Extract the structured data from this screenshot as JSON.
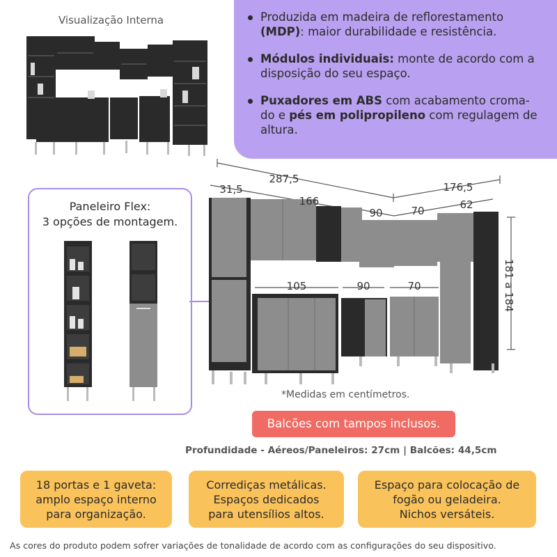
{
  "preview": {
    "title": "Visualização Interna"
  },
  "features": [
    {
      "parts": [
        {
          "t": "Produzida em madeira de reflorestamento ",
          "b": false
        },
        {
          "t": "(MDP)",
          "b": true
        },
        {
          "t": ": maior durabilidade e resistência.",
          "b": false
        }
      ]
    },
    {
      "parts": [
        {
          "t": "Módulos individuais:",
          "b": true
        },
        {
          "t": " monte de acordo com a disposição do seu espaço.",
          "b": false
        }
      ]
    },
    {
      "parts": [
        {
          "t": "Puxadores em ABS",
          "b": true
        },
        {
          "t": " com acabamento croma-do e ",
          "b": false
        },
        {
          "t": "pés em polipropileno",
          "b": true
        },
        {
          "t": " com regulagem de altura.",
          "b": false
        }
      ]
    }
  ],
  "flex": {
    "title_line1": "Paneleiro Flex:",
    "title_line2": "3 opções de montagem."
  },
  "dimensions": {
    "total_width": "287,5",
    "right_width": "176,5",
    "paneleiro": "31,5",
    "left_section": "166",
    "corner_upper": "90",
    "upper_70": "70",
    "upper_62": "62",
    "counter_105": "105",
    "counter_90": "90",
    "counter_70": "70",
    "height": "181 a 184"
  },
  "note": "*Medidas em centímetros.",
  "banner": "Balcões com tampos inclusos.",
  "depth": "Profundidade - Aéreos/Paneleiros: 27cm | Balcões: 44,5cm",
  "info_boxes": [
    {
      "line1": "18 portas e 1 gaveta:",
      "line2": "amplo espaço interno",
      "line3": "para organização."
    },
    {
      "line1": "Corrediças metálicas.",
      "line2": "Espaços dedicados",
      "line3": "para utensílios altos."
    },
    {
      "line1": "Espaço para colocação de",
      "line2": "fogão ou geladeira.",
      "line3": "Nichos versáteis."
    }
  ],
  "disclaimer": "As cores do produto podem sofrer variações de tonalidade de acordo com as configurações do seu dispositivo.",
  "colors": {
    "purple": "#b9a0f0",
    "purple_line": "#a98ce3",
    "red": "#ef6b63",
    "yellow": "#fac25a",
    "cabinet_black": "#2a2a2a",
    "cabinet_gray": "#8d8d8d"
  }
}
